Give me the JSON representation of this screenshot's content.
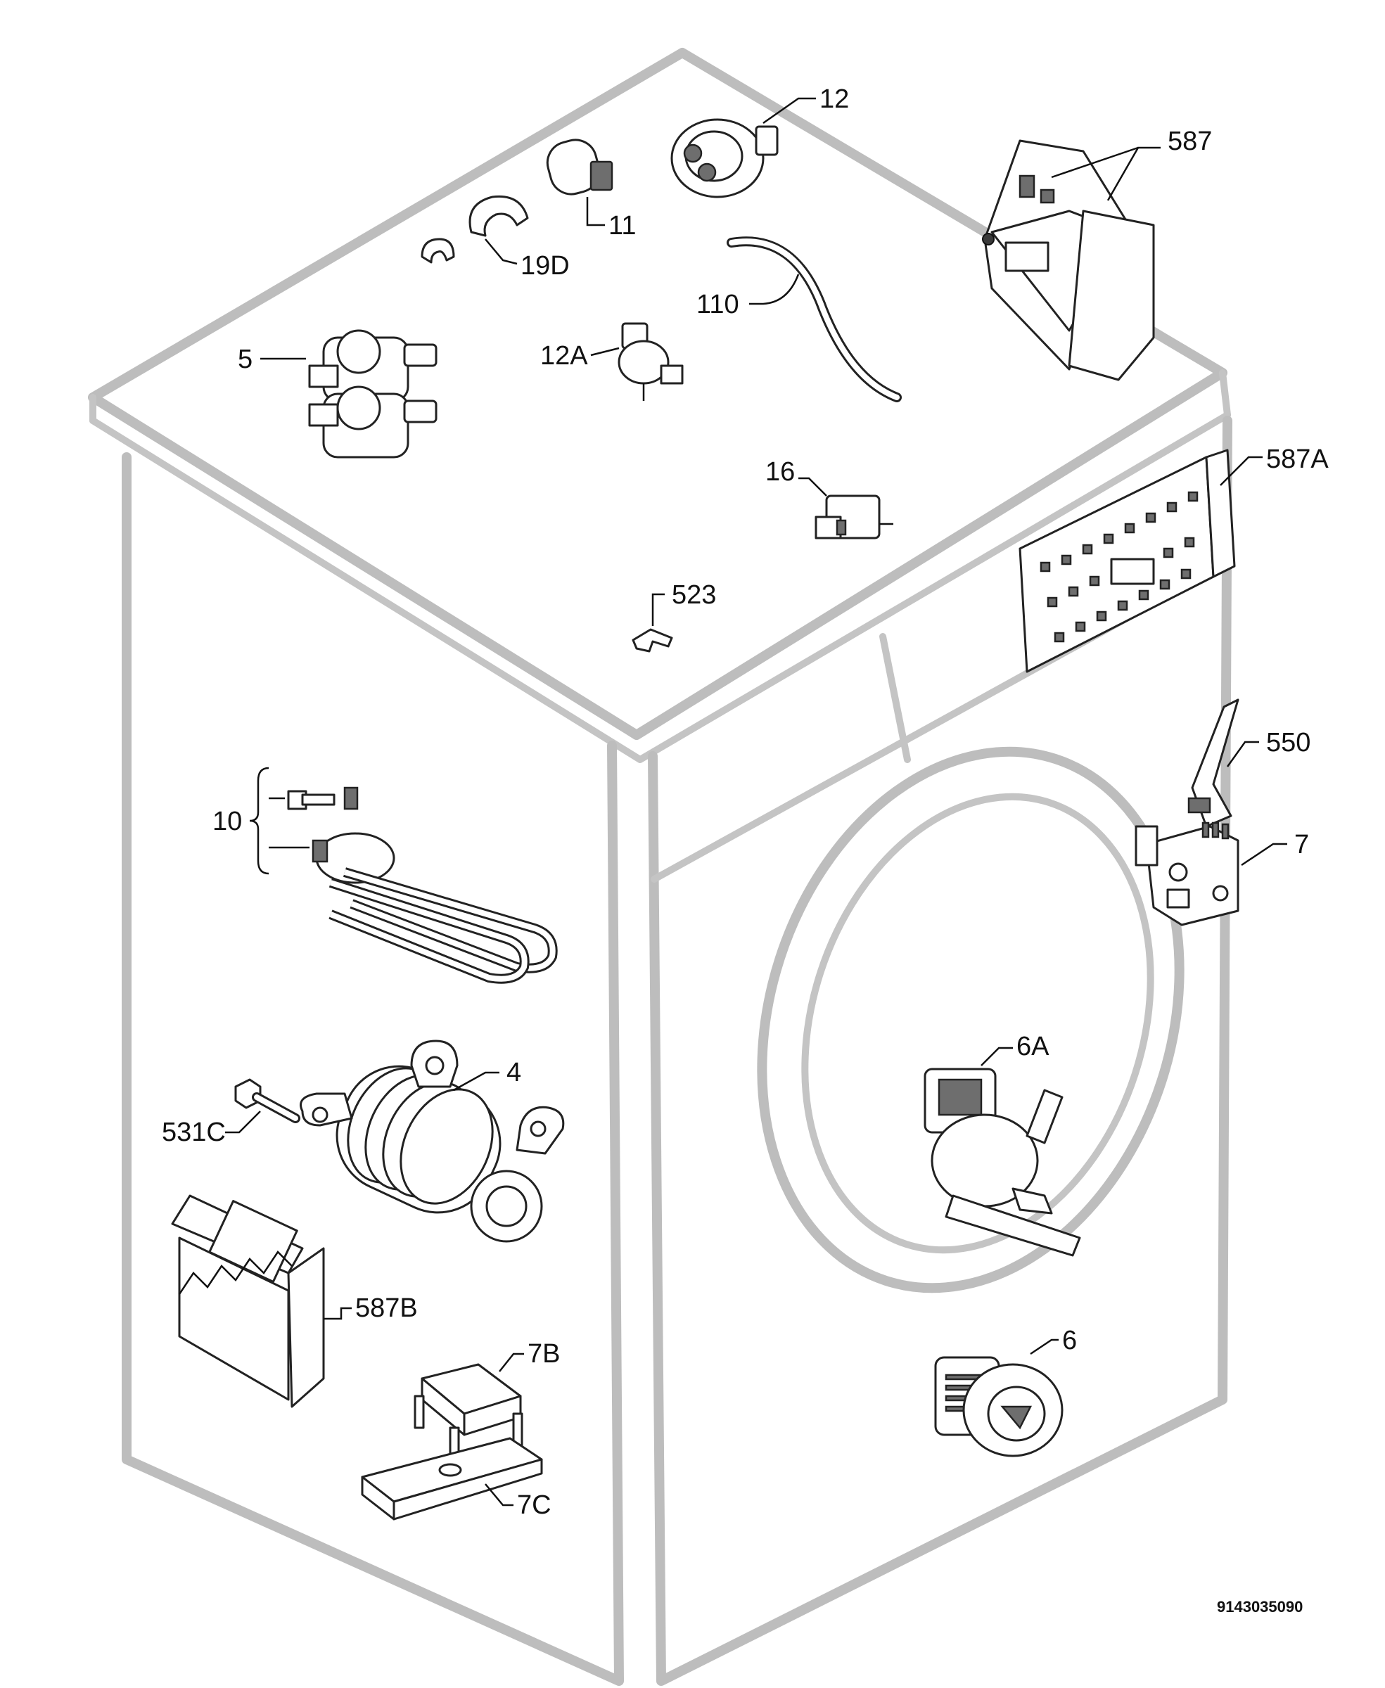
{
  "parts": [
    {
      "id": "p12",
      "label": "12"
    },
    {
      "id": "p587",
      "label": "587"
    },
    {
      "id": "p11",
      "label": "11"
    },
    {
      "id": "p19d",
      "label": "19D"
    },
    {
      "id": "p110",
      "label": "110"
    },
    {
      "id": "p5",
      "label": "5"
    },
    {
      "id": "p12a",
      "label": "12A"
    },
    {
      "id": "p16",
      "label": "16"
    },
    {
      "id": "p587a",
      "label": "587A"
    },
    {
      "id": "p523",
      "label": "523"
    },
    {
      "id": "p550",
      "label": "550"
    },
    {
      "id": "p10",
      "label": "10"
    },
    {
      "id": "p7",
      "label": "7"
    },
    {
      "id": "p4",
      "label": "4"
    },
    {
      "id": "p6a",
      "label": "6A"
    },
    {
      "id": "p531c",
      "label": "531C"
    },
    {
      "id": "p587b",
      "label": "587B"
    },
    {
      "id": "p7b",
      "label": "7B"
    },
    {
      "id": "p6",
      "label": "6"
    },
    {
      "id": "p7c",
      "label": "7C"
    }
  ],
  "document_number": "9143035090"
}
